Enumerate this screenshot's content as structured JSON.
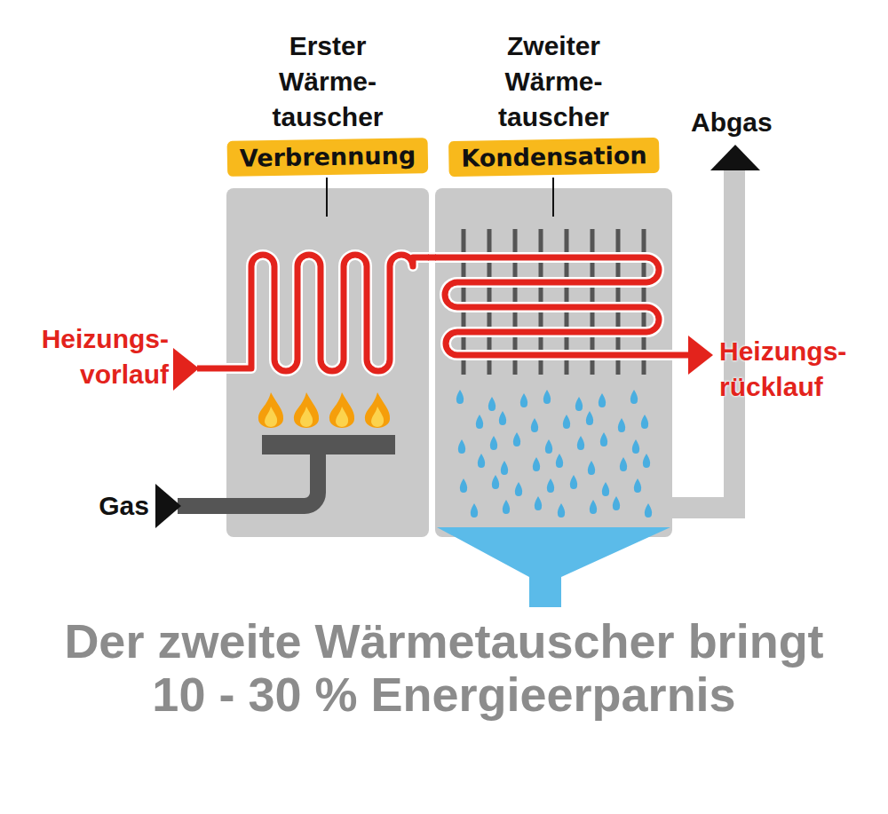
{
  "diagram": {
    "caption": "Der zweite Wärmetauscher bringt 10 - 30 % Energieerparnis",
    "nodes": [
      {
        "text": [
          "Erster Wärme- tauscher",
          "Verbrennung"
        ]
      },
      {
        "text": [
          "Zweiter Wärme- tauscher",
          "Kondensation"
        ]
      }
    ],
    "edges": [
      {
        "from": 0,
        "to": 1,
        "arrow": "none"
      }
    ],
    "labels": [
      "Abgas",
      "Heizungs- vorlauf",
      "Heizungs- rücklauf",
      "Gas"
    ]
  }
}
